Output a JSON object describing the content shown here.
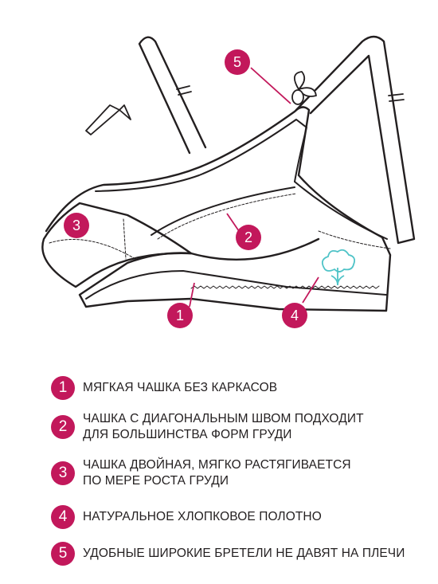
{
  "accent_color": "#c2185b",
  "callouts": [
    {
      "num": "1"
    },
    {
      "num": "2"
    },
    {
      "num": "3"
    },
    {
      "num": "4"
    },
    {
      "num": "5"
    }
  ],
  "legend": [
    {
      "num": "1",
      "text": "МЯГКАЯ ЧАШКА БЕЗ КАРКАСОВ"
    },
    {
      "num": "2",
      "text": "ЧАШКА С ДИАГОНАЛЬНЫМ ШВОМ ПОДХОДИТ\nДЛЯ БОЛЬШИНСТВА ФОРМ ГРУДИ"
    },
    {
      "num": "3",
      "text": "ЧАШКА ДВОЙНАЯ, МЯГКО РАСТЯГИВАЕТСЯ\nПО МЕРЕ РОСТА ГРУДИ"
    },
    {
      "num": "4",
      "text": "НАТУРАЛЬНОЕ ХЛОПКОВОЕ ПОЛОТНО"
    },
    {
      "num": "5",
      "text": "УДОБНЫЕ ШИРОКИЕ БРЕТЕЛИ НЕ ДАВЯТ НА ПЛЕЧИ"
    }
  ]
}
